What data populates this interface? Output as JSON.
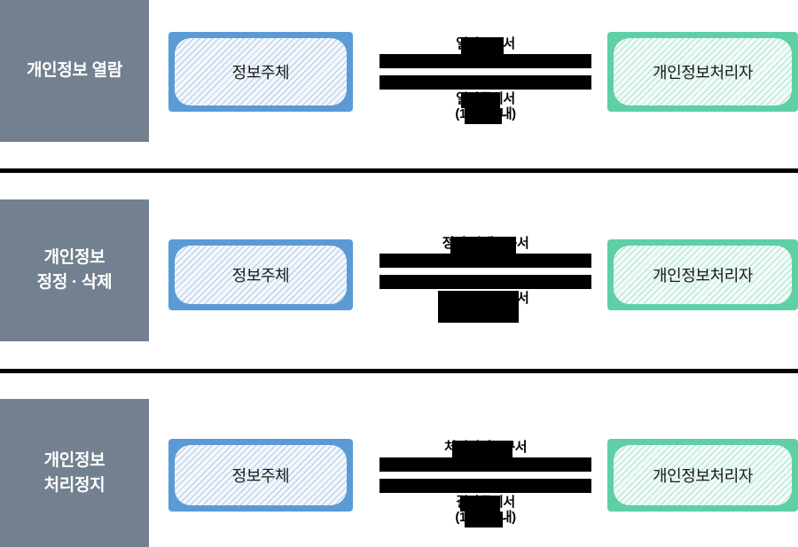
{
  "diagram": {
    "title_text_color": "#ffffff",
    "sidebar_color": "#72808f",
    "subject_accent": "#5b9bd5",
    "handler_accent": "#5fcfa6",
    "redaction_color": "#000000"
  },
  "sections": [
    {
      "sidebar_label": "개인정보 열람",
      "subject_label": "정보주체",
      "handler_label": "개인정보처리자",
      "request_caption": "열람요구서",
      "response_caption_line1": "열람통지서",
      "response_caption_line2": "(10일 이내)"
    },
    {
      "sidebar_label": "개인정보\n정정 · 삭제",
      "subject_label": "정보주체",
      "handler_label": "개인정보처리자",
      "request_caption": "정정·삭제요구서",
      "response_caption_line1": "정정·삭제통지서",
      "response_caption_line2": ""
    },
    {
      "sidebar_label": "개인정보\n처리정지",
      "subject_label": "정보주체",
      "handler_label": "개인정보처리자",
      "request_caption": "처리정지요구서",
      "response_caption_line1": "결과통지서",
      "response_caption_line2": "(10일 이내)"
    }
  ]
}
